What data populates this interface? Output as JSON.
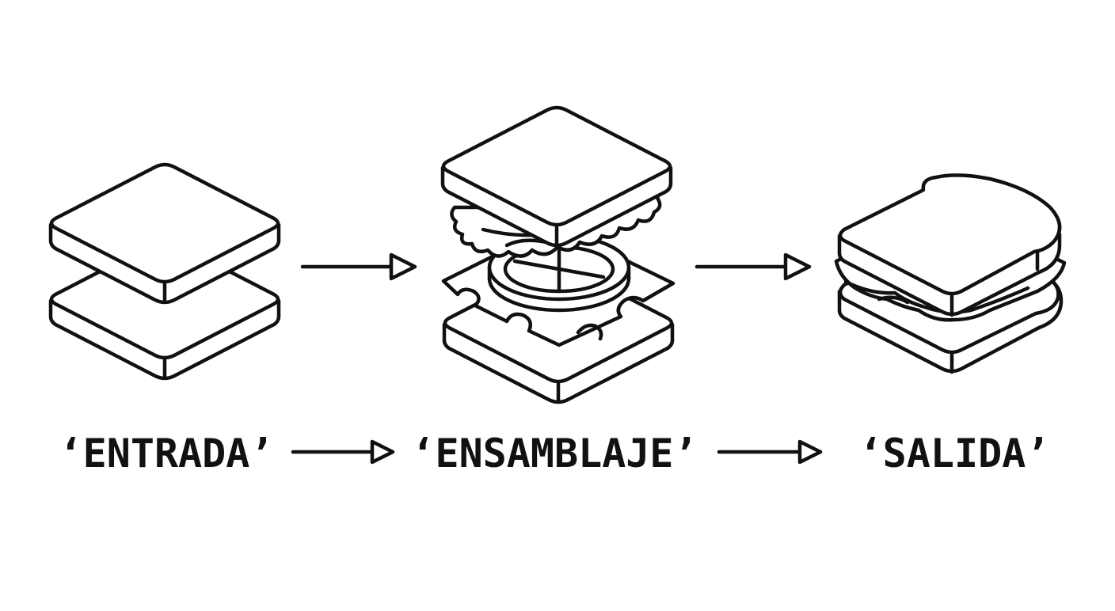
{
  "steps": [
    {
      "label": "‘ENTRADA’",
      "icon": "two-bread-slices-icon"
    },
    {
      "label": "‘ENSAMBLAJE’",
      "icon": "exploded-sandwich-icon"
    },
    {
      "label": "‘SALIDA’",
      "icon": "finished-sandwich-icon"
    }
  ],
  "colors": {
    "ink": "#111111",
    "background": "#ffffff"
  }
}
